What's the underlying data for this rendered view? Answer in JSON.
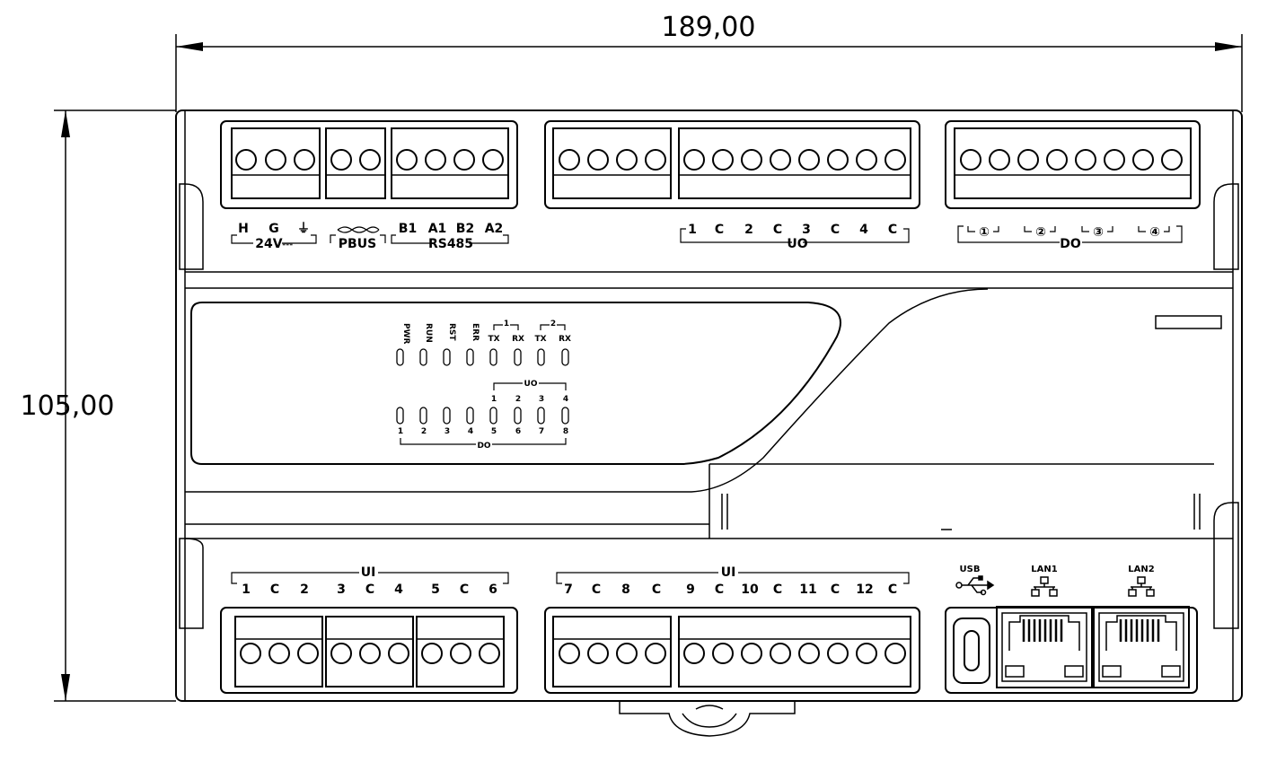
{
  "dimensions": {
    "width": "189,00",
    "height": "105,00"
  },
  "power": {
    "terminals": [
      "H",
      "G",
      "⏚"
    ],
    "group": "24V⎓",
    "pbus": "PBUS",
    "rs485_terminals": [
      "B1",
      "A1",
      "B2",
      "A2"
    ],
    "rs485_group": "RS485"
  },
  "uo_top": {
    "terminals": [
      "1",
      "C",
      "2",
      "C",
      "3",
      "C",
      "4",
      "C"
    ],
    "group": "UO"
  },
  "do_top": {
    "terminals": [
      "①",
      "②",
      "③",
      "④"
    ],
    "group": "DO"
  },
  "status_leds": {
    "labels": [
      "PWR",
      "RUN",
      "RST",
      "ERR"
    ],
    "port1": {
      "number": "1",
      "tx": "TX",
      "rx": "RX"
    },
    "port2": {
      "number": "2",
      "tx": "TX",
      "rx": "RX"
    }
  },
  "io_leds": {
    "uo_group": "UO",
    "uo_numbers": [
      "1",
      "2",
      "3",
      "4"
    ],
    "do_numbers": [
      "1",
      "2",
      "3",
      "4",
      "5",
      "6",
      "7",
      "8"
    ],
    "do_group": "DO"
  },
  "ui_left": {
    "group": "UI",
    "terminals": [
      "1",
      "C",
      "2",
      "3",
      "C",
      "4",
      "5",
      "C",
      "6"
    ]
  },
  "ui_right": {
    "group": "UI",
    "terminals": [
      "7",
      "C",
      "8",
      "C",
      "9",
      "C",
      "10",
      "C",
      "11",
      "C",
      "12",
      "C"
    ]
  },
  "ports": {
    "usb": "USB",
    "lan1": "LAN1",
    "lan2": "LAN2"
  },
  "icons": [
    "usb-icon",
    "network-icon"
  ]
}
